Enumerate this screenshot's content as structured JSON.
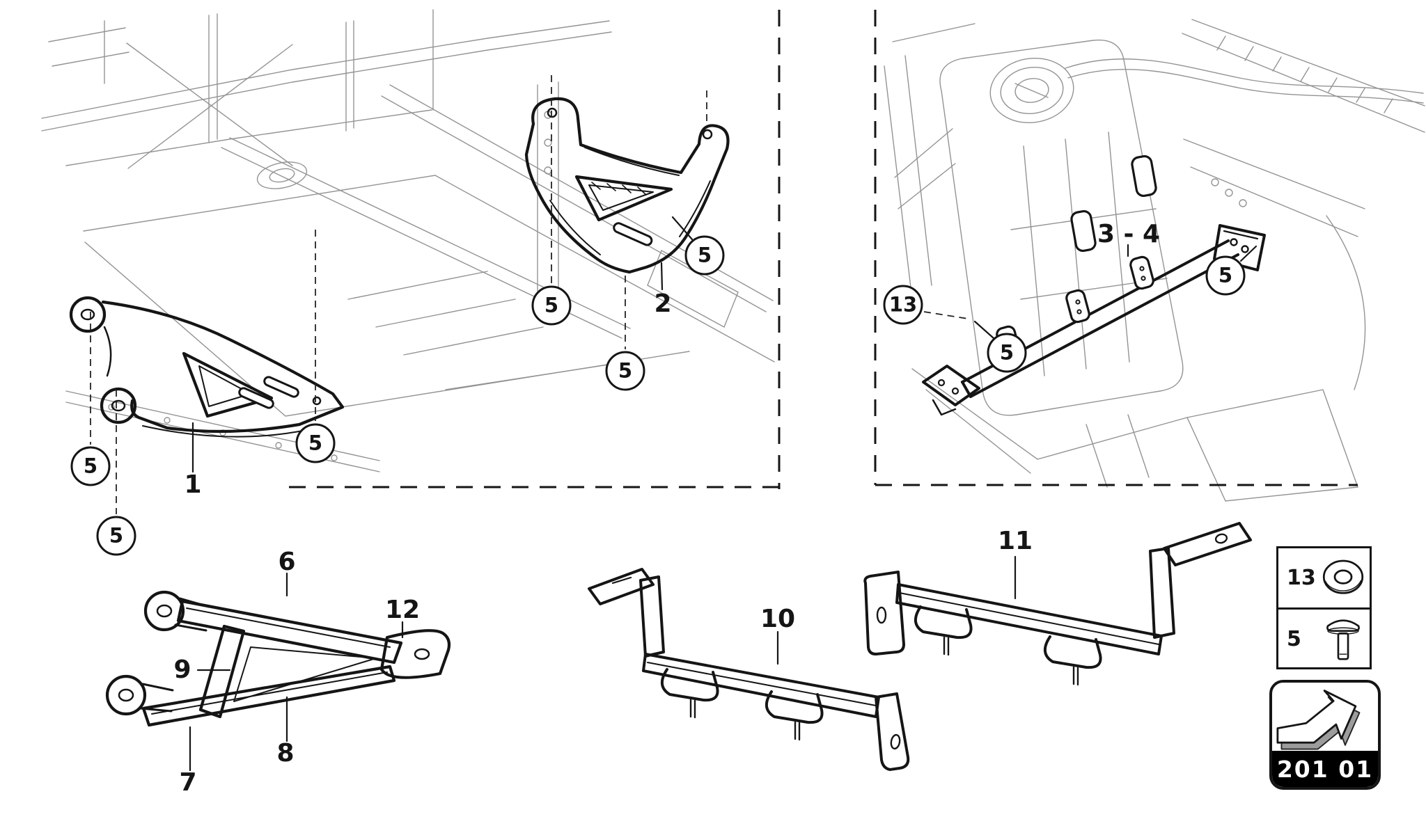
{
  "page_code": {
    "label": "201 01"
  },
  "circle_callouts": [
    "5",
    "5",
    "5",
    "5",
    "5",
    "5",
    "13",
    "5",
    "5"
  ],
  "part_labels": {
    "p1": "1",
    "p2": "2",
    "p34": "3 - 4",
    "p6": "6",
    "p7": "7",
    "p8": "8",
    "p9": "9",
    "p10": "10",
    "p11": "11",
    "p12": "12"
  },
  "legend": {
    "rows": [
      {
        "ref": "13",
        "icon": "washer-icon"
      },
      {
        "ref": "5",
        "icon": "bolt-icon"
      }
    ]
  },
  "nav_box": {
    "icon": "page-arrow-icon"
  },
  "colors": {
    "ink": "#151515",
    "sketch": "#6f6f6f",
    "band_bg": "#000000",
    "band_text": "#ffffff",
    "paper": "#ffffff"
  }
}
